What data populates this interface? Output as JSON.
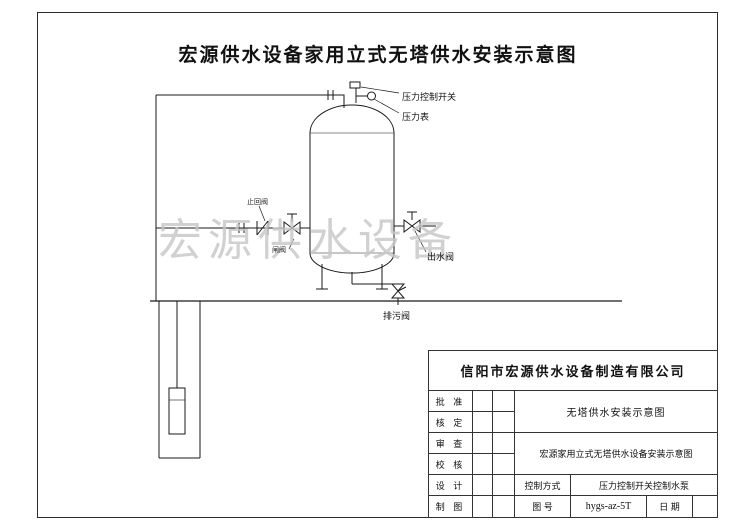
{
  "page": {
    "title": "宏源供水设备家用立式无塔供水安装示意图",
    "watermark": "宏源供水设备"
  },
  "diagram": {
    "labels": {
      "pressure_switch": "压力控制开关",
      "pressure_gauge": "压力表",
      "outlet_valve": "出水阀",
      "drain_valve": "排污阀",
      "check_valve": "止回阀",
      "gate_valve": "闸阀"
    }
  },
  "title_block": {
    "company": "信阳市宏源供水设备制造有限公司",
    "rows": [
      "批  准",
      "核  定",
      "审  查",
      "校  核",
      "设  计",
      "制  图"
    ],
    "doc_title_1": "无塔供水安装示意图",
    "doc_title_2": "宏源家用立式无塔供水设备安装示意图",
    "control_label": "控制方式",
    "control_value": "压力控制开关控制水泵",
    "drawing_no_label": "图  号",
    "drawing_no": "hygs-az-5T",
    "date_label": "日  期"
  },
  "colors": {
    "line": "#1a1a1a",
    "watermark": "#c6c6c6"
  }
}
